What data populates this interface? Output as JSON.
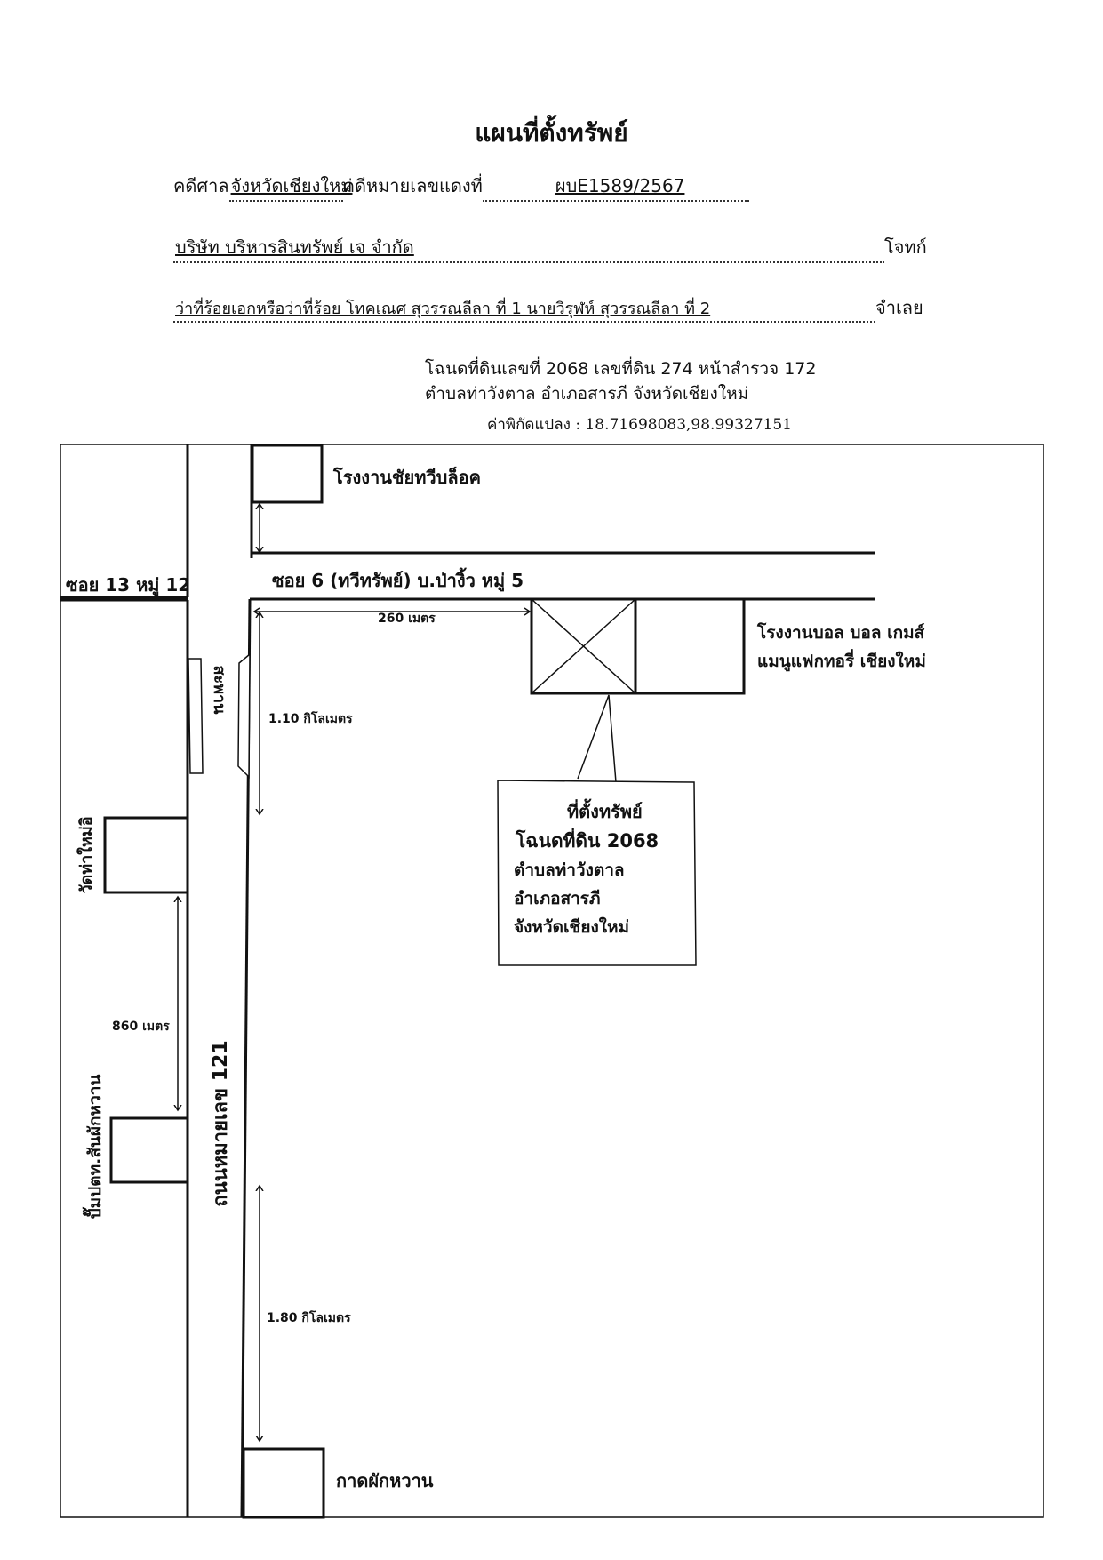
{
  "header": {
    "title": "แผนที่ตั้งทรัพย์",
    "court_label": "คดีศาล",
    "court_value": "จังหวัดเชียงใหม่",
    "case_label": "คดีหมายเลขแดงที่",
    "case_value": "ผบE1589/2567",
    "plaintiff_value": "บริษัท บริหารสินทรัพย์ เจ จำกัด",
    "plaintiff_label": "โจทก์",
    "defendant_value": "ว่าที่ร้อยเอกหรือว่าที่ร้อย โทคเณศ สุวรรณลีลา ที่ 1 นายวิรุฬห์ สุวรรณลีลา ที่ 2",
    "defendant_label": "จำเลย"
  },
  "deed": {
    "line1": "โฉนดที่ดินเลขที่ 2068 เลขที่ดิน 274 หน้าสำรวจ 172",
    "line2": "ตำบลท่าวังตาล อำเภอสารภี จังหวัดเชียงใหม่",
    "coordinates": "ค่าพิกัดแปลง : 18.71698083,98.99327151"
  },
  "map": {
    "factory_top": "โรงงานชัยทวีบล็อค",
    "soi13": "ซอย 13 หมู่ 12",
    "soi6": "ซอย 6 (ทวีทรัพย์) บ.ป่างิ้ว หมู่ 5",
    "dist_260": "260 เมตร",
    "factory_right_1": "โรงงานบอล บอล เกมส์",
    "factory_right_2": "แมนูแฟกทอรี่ เชียงใหม่",
    "bridge": "สะพาน",
    "dist_110": "1.10 กิโลเมตร",
    "callout_1": "ที่ตั้งทรัพย์",
    "callout_2": "โฉนดที่ดิน 2068",
    "callout_3": "ตำบลท่าวังตาล",
    "callout_4": "อำเภอสารภี",
    "callout_5": "จังหวัดเชียงใหม่",
    "temple": "วัดท่าใหม่อิ",
    "dist_860": "860 เมตร",
    "highway": "ถนนหมายเลข 121",
    "gas_station": "ปั๊มปตท.สันผักหวาน",
    "dist_180": "1.80 กิโลเมตร",
    "market": "กาดผักหวาน"
  }
}
